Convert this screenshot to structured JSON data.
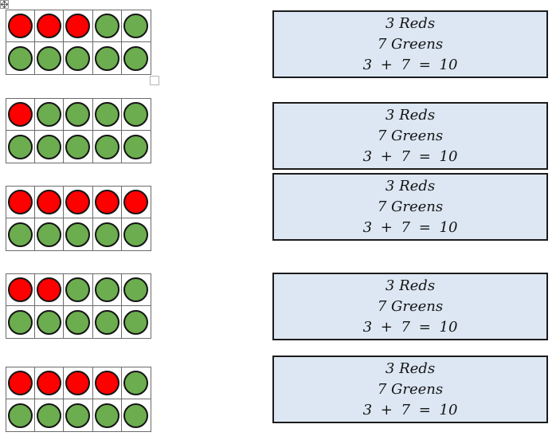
{
  "page": {
    "background": "#ffffff"
  },
  "colors": {
    "red": "#ff0000",
    "green": "#6cad4f",
    "box_bg": "#dce7f3",
    "box_border": "#1c1c1c",
    "grid_border": "#6b6b6b",
    "text": "#141414"
  },
  "frames": [
    {
      "rows": [
        [
          "red",
          "red",
          "red",
          "green",
          "green"
        ],
        [
          "green",
          "green",
          "green",
          "green",
          "green"
        ]
      ]
    },
    {
      "rows": [
        [
          "red",
          "green",
          "green",
          "green",
          "green"
        ],
        [
          "green",
          "green",
          "green",
          "green",
          "green"
        ]
      ]
    },
    {
      "rows": [
        [
          "red",
          "red",
          "red",
          "red",
          "red"
        ],
        [
          "green",
          "green",
          "green",
          "green",
          "green"
        ]
      ]
    },
    {
      "rows": [
        [
          "red",
          "red",
          "green",
          "green",
          "green"
        ],
        [
          "green",
          "green",
          "green",
          "green",
          "green"
        ]
      ]
    },
    {
      "rows": [
        [
          "red",
          "red",
          "red",
          "red",
          "green"
        ],
        [
          "green",
          "green",
          "green",
          "green",
          "green"
        ]
      ]
    }
  ],
  "answers": [
    {
      "lines": [
        "3 Reds",
        "7 Greens",
        "3 + 7 = 10"
      ]
    },
    {
      "lines": [
        "3 Reds",
        "7 Greens",
        "3 + 7 = 10"
      ]
    },
    {
      "lines": [
        "3 Reds",
        "7 Greens",
        "3 + 7 = 10"
      ]
    },
    {
      "lines": [
        "3 Reds",
        "7 Greens",
        "3 + 7 = 10"
      ]
    },
    {
      "lines": [
        "3 Reds",
        "7 Greens",
        "3 + 7 = 10"
      ]
    }
  ],
  "icons": {
    "table_move_handle": "four-way-move-arrow",
    "table_resize_handle": "small-square"
  }
}
